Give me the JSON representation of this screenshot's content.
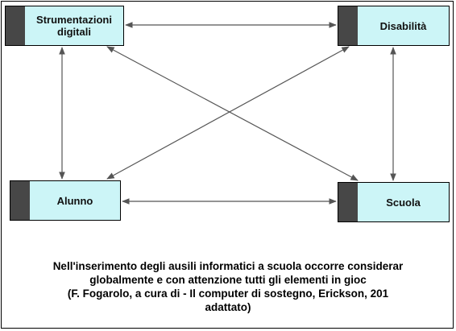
{
  "nodes": {
    "strumentazioni": "Strumentazioni\ndigitali",
    "disabilita": "Disabilità",
    "alunno": "Alunno",
    "scuola": "Scuola"
  },
  "caption": {
    "line1": "Nell'inserimento degli ausili informatici a scuola occorre considerar",
    "line2": "globalmente e con attenzione tutti gli elementi in gioc",
    "line3": "(F. Fogarolo, a cura di - Il computer di sostegno, Erickson, 201",
    "line4": "adattato)"
  },
  "colors": {
    "node_fill": "#ccf5f7",
    "node_tab": "#474747",
    "arrow": "#555555"
  }
}
